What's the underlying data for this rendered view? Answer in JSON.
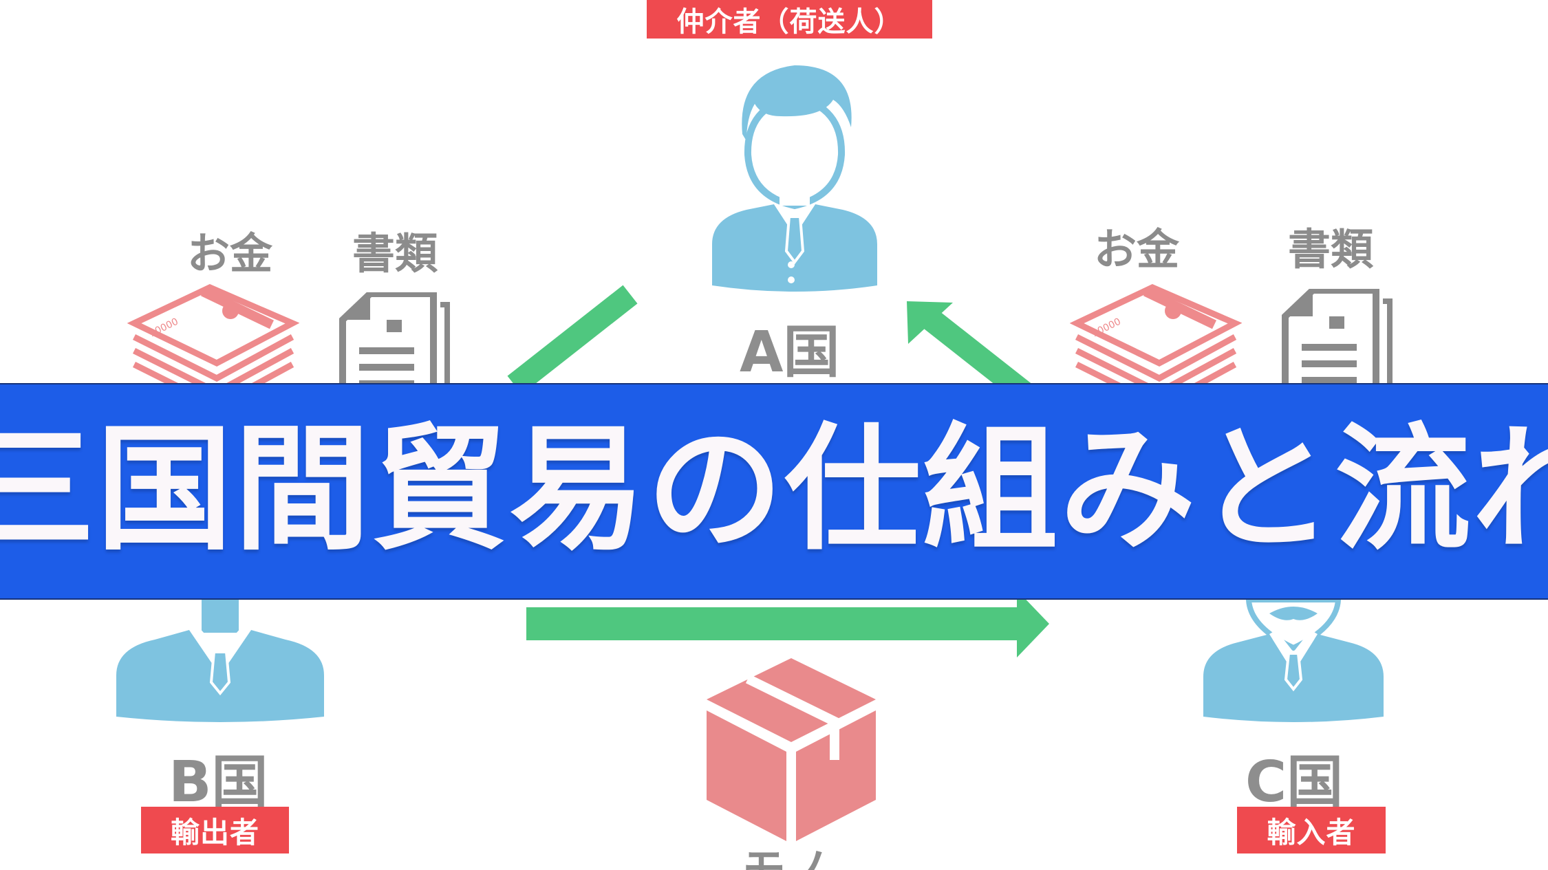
{
  "title": "三国間貿易の仕組みと流れ",
  "roles": {
    "intermediary": "仲介者（荷送人）",
    "exporter": "輸出者",
    "importer": "輸入者"
  },
  "countries": {
    "a": "A国",
    "b": "B国",
    "c": "C国"
  },
  "items": {
    "money_left": "お金",
    "documents_left": "書類",
    "money_right": "お金",
    "documents_right": "書類",
    "goods": "モノ"
  },
  "banknote_label": "10000",
  "icons": [
    "person-icon",
    "money-bundle-icon",
    "document-icon",
    "box-icon",
    "arrow-icon"
  ],
  "colors": {
    "tag_red": "#ef4a4f",
    "band_blue": "#1d5de8",
    "arrow_green": "#4fc77f",
    "person_blue": "#7ec3e0",
    "money_pink": "#ee8a8c",
    "document_gray": "#8a8a8a",
    "box_pink": "#e98a8c",
    "title_text": "#fbf7fa"
  }
}
